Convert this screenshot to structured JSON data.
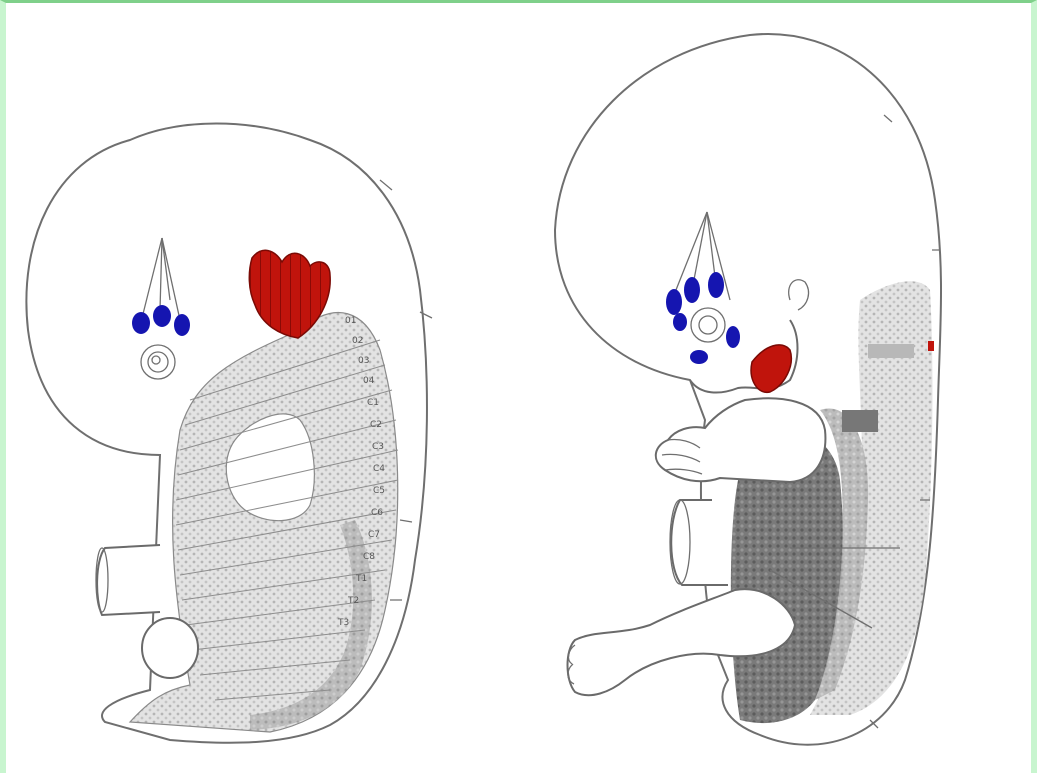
{
  "figure": {
    "left_embryo": {
      "somite_numbers": [
        "01",
        "02",
        "03",
        "04",
        "C1",
        "C2",
        "C3",
        "C4",
        "C5",
        "C6",
        "C7",
        "C8",
        "T1",
        "T2",
        "T3"
      ]
    },
    "right_embryo": {}
  },
  "colors": {
    "frame_top": "#7fd08a",
    "frame_side": "#c8f5cf",
    "outline": "#6f6f6f",
    "muscle_red": "#c0140c",
    "eye_muscle_blue": "#1515b0",
    "myotome_pattern": "#d8d8d8",
    "dark_shading": "#6a6a6a"
  },
  "icons": [
    "left-embryo-illustration",
    "right-embryo-illustration"
  ]
}
